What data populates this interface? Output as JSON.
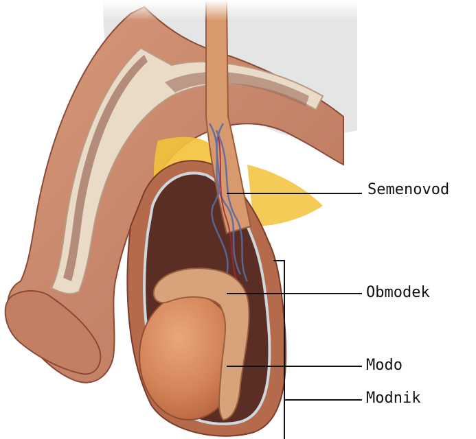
{
  "diagram": {
    "labels": {
      "semenovod": "Semenovod",
      "obmodek": "Obmodek",
      "modo": "Modo",
      "modnik": "Modnik"
    }
  },
  "colors": {
    "skin": "#c8876a",
    "tissue_dark": "#a0604c",
    "fat": "#f2c23a",
    "testis": "#d98a5c",
    "epididymis": "#d69f74",
    "leader_line": "#111111"
  }
}
